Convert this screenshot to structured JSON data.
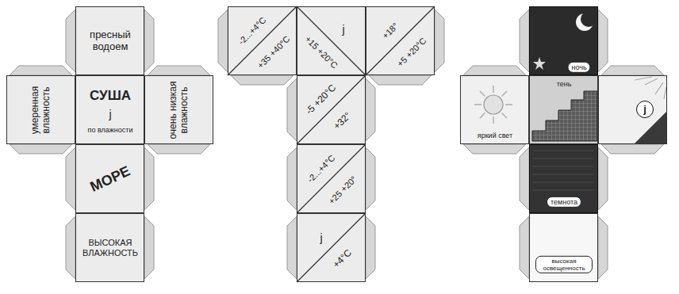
{
  "diagram": {
    "nodes": [
      {
        "text": [
          "пресный водоем"
        ]
      },
      {
        "text": [
          "умеренная влажность"
        ]
      },
      {
        "text": [
          "СУША",
          "j",
          "по влажности"
        ]
      },
      {
        "text": [
          "очень низкая влажность"
        ]
      },
      {
        "text": [
          "МОРЕ"
        ]
      },
      {
        "text": [
          "ВЫСОКАЯ ВЛАЖНОСТЬ"
        ]
      },
      {
        "text": [
          "-2...+4°C",
          "+35 +40°C"
        ]
      },
      {
        "text": [
          "j",
          "+15 +20°C"
        ]
      },
      {
        "text": [
          "+18°",
          "+5 +20°C"
        ]
      },
      {
        "text": [
          "-5 +20°C",
          "+32°"
        ]
      },
      {
        "text": [
          "-2...+4°C",
          "+25 +20°"
        ]
      },
      {
        "text": [
          "j",
          "+4°C"
        ]
      },
      {
        "text": [
          "ночь"
        ]
      },
      {
        "text": [
          "яркий свет"
        ]
      },
      {
        "text": [
          "тень"
        ]
      },
      {
        "text": [
          "j"
        ]
      },
      {
        "text": [
          "темнота"
        ]
      },
      {
        "text": [
          "высокая освещенность"
        ]
      }
    ]
  }
}
